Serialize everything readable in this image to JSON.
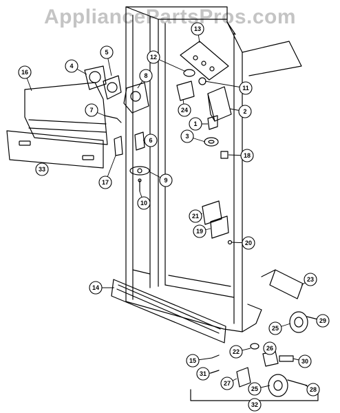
{
  "watermark": "AppliancePartsPros.com",
  "callouts": [
    {
      "label": "13"
    },
    {
      "label": "5"
    },
    {
      "label": "12"
    },
    {
      "label": "4"
    },
    {
      "label": "8"
    },
    {
      "label": "11"
    },
    {
      "label": "16"
    },
    {
      "label": "24"
    },
    {
      "label": "2"
    },
    {
      "label": "7"
    },
    {
      "label": "1"
    },
    {
      "label": "3"
    },
    {
      "label": "6"
    },
    {
      "label": "18"
    },
    {
      "label": "33"
    },
    {
      "label": "17"
    },
    {
      "label": "9"
    },
    {
      "label": "10"
    },
    {
      "label": "21"
    },
    {
      "label": "19"
    },
    {
      "label": "20"
    },
    {
      "label": "23"
    },
    {
      "label": "14"
    },
    {
      "label": "29"
    },
    {
      "label": "25"
    },
    {
      "label": "22"
    },
    {
      "label": "26"
    },
    {
      "label": "15"
    },
    {
      "label": "30"
    },
    {
      "label": "31"
    },
    {
      "label": "27"
    },
    {
      "label": "25"
    },
    {
      "label": "28"
    },
    {
      "label": "32"
    }
  ]
}
